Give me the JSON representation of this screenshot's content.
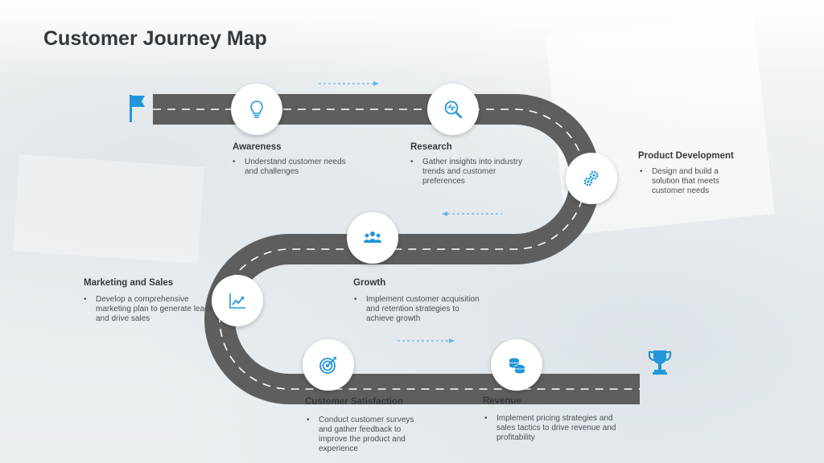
{
  "title": "Customer Journey Map",
  "colors": {
    "accent": "#2196d9",
    "road": "#5e5e5e",
    "road_lane": "#ffffff",
    "arrow": "#62b6e6"
  },
  "start_icon": "flag-icon",
  "end_icon": "trophy-icon",
  "steps": [
    {
      "label": "Awareness",
      "icon": "lightbulb-icon",
      "description": "Understand customer needs and challenges"
    },
    {
      "label": "Research",
      "icon": "magnifier-chart-icon",
      "description": "Gather insights into industry trends and customer preferences"
    },
    {
      "label": "Product Development",
      "icon": "gears-icon",
      "description": "Design and build a solution that meets customer needs"
    },
    {
      "label": "Growth",
      "icon": "team-icon",
      "description": "Implement customer acquisition and retention strategies to achieve growth"
    },
    {
      "label": "Marketing and Sales",
      "icon": "trend-chart-icon",
      "description": "Develop a comprehensive marketing plan to generate leads and drive sales"
    },
    {
      "label": "Customer Satisfaction",
      "icon": "target-icon",
      "description": "Conduct customer surveys and gather feedback to improve the product and experience"
    },
    {
      "label": "Revenue",
      "icon": "coins-icon",
      "description": "Implement pricing strategies and sales tactics to drive revenue and profitability"
    }
  ]
}
